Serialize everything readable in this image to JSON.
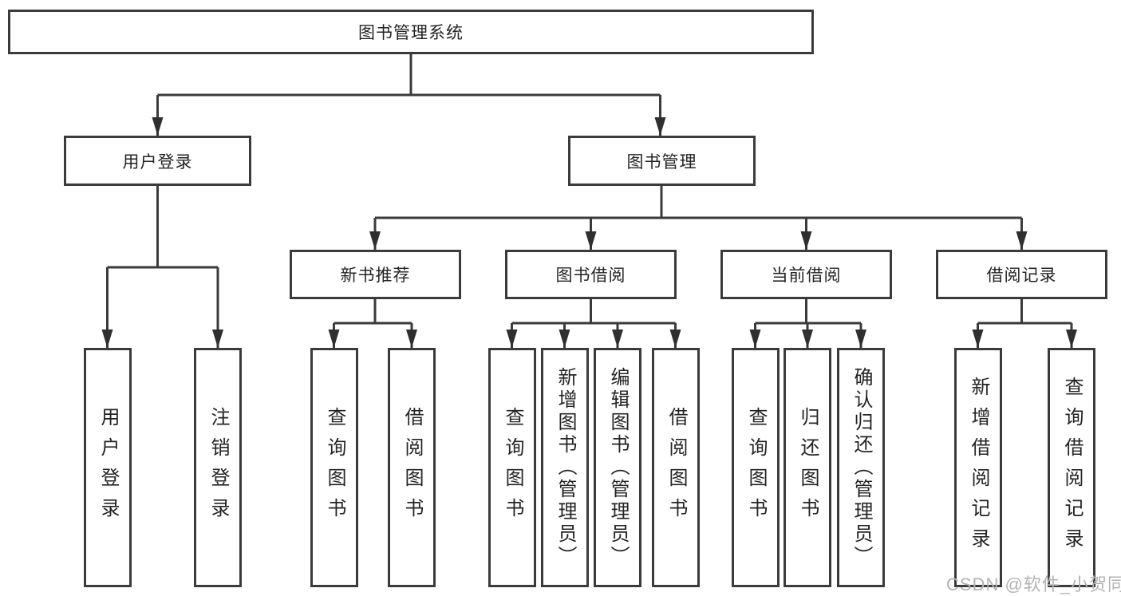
{
  "colors": {
    "line": "#3b3b3b",
    "text": "#242424",
    "background": "#ffffff",
    "watermark": "#b3b3b3"
  },
  "diagram": {
    "title": "图书管理系统",
    "branches": [
      {
        "label": "用户登录",
        "leaves": [
          {
            "label": "用户登录"
          },
          {
            "label": "注销登录"
          }
        ]
      },
      {
        "label": "图书管理",
        "sections": [
          {
            "label": "新书推荐",
            "leaves": [
              {
                "label": "查询图书"
              },
              {
                "label": "借阅图书"
              }
            ]
          },
          {
            "label": "图书借阅",
            "leaves": [
              {
                "label": "查询图书"
              },
              {
                "label": "新增图书（管理员）"
              },
              {
                "label": "编辑图书（管理员）"
              },
              {
                "label": "借阅图书"
              }
            ]
          },
          {
            "label": "当前借阅",
            "leaves": [
              {
                "label": "查询图书"
              },
              {
                "label": "归还图书"
              },
              {
                "label": "确认归还（管理员）"
              }
            ]
          },
          {
            "label": "借阅记录",
            "leaves": [
              {
                "label": "新增借阅记录"
              },
              {
                "label": "查询借阅记录"
              }
            ]
          }
        ]
      }
    ]
  },
  "watermark": {
    "text": "CSDN @软件_小贺同学"
  }
}
